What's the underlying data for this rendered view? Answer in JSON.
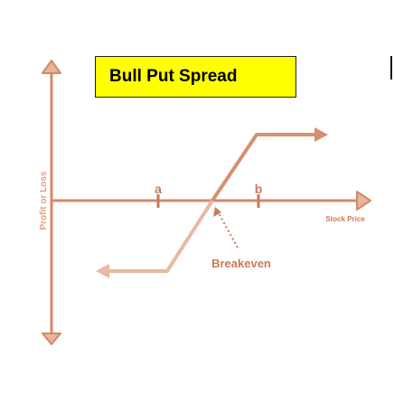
{
  "title": "Bull Put Spread",
  "labels": {
    "y_axis": "Profit or Loss",
    "x_axis": "Stock Price",
    "strike_a": "a",
    "strike_b": "b",
    "breakeven": "Breakeven"
  },
  "colors": {
    "title_background": "#ffff00",
    "axis": "#d08a6a",
    "payoff_profit": "#d7906e",
    "payoff_loss": "#e8b9a0",
    "label": "#c87a58"
  }
}
